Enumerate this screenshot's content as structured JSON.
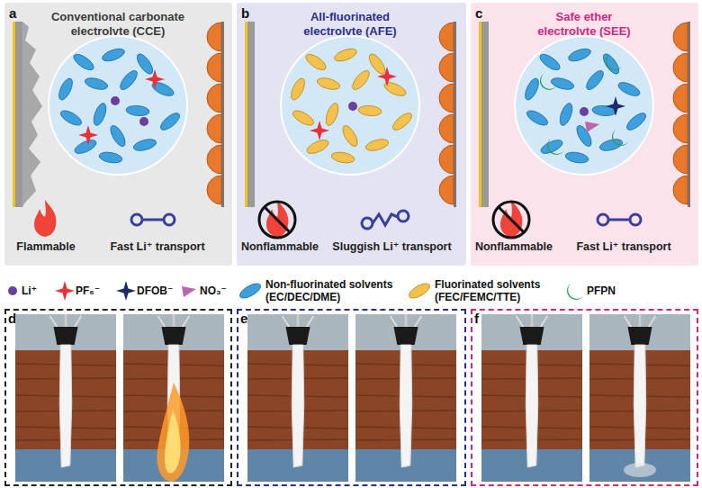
{
  "diagram": {
    "nodes": [
      {
        "text": [
          "a",
          "Conventional carbonate electrolyte (CCE)",
          "Flammable",
          "Fast Li⁺ transport"
        ]
      },
      {
        "text": [
          "b",
          "All-fluorinated electrolyte (AFE)",
          "Nonflammable",
          "Sluggish Li⁺ transport"
        ]
      },
      {
        "text": [
          "c",
          "Safe ether electrolyte (SEE)",
          "Nonflammable",
          "Fast Li⁺ transport"
        ]
      },
      {
        "text": [
          "d"
        ]
      },
      {
        "text": [
          "e"
        ]
      },
      {
        "text": [
          "f"
        ]
      }
    ],
    "legend": [
      {
        "text": "Li⁺"
      },
      {
        "text": "PF₆⁻"
      },
      {
        "text": "DFOB⁻"
      },
      {
        "text": "NO₃⁻"
      },
      {
        "text": "Non-fluorinated solvents (EC/DEC/DME)"
      },
      {
        "text": "Fluorinated solvents (FEC/FEMC/TTE)"
      },
      {
        "text": "PFPN"
      }
    ]
  }
}
